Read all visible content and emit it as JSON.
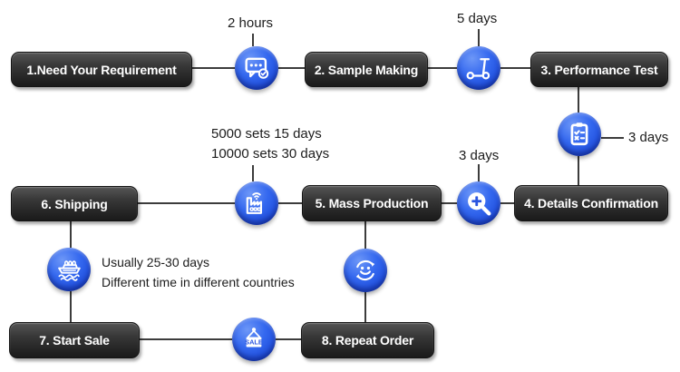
{
  "flow": {
    "steps": [
      {
        "label": "1.Need Your Requirement"
      },
      {
        "label": "2. Sample Making"
      },
      {
        "label": "3. Performance Test"
      },
      {
        "label": "4. Details Confirmation"
      },
      {
        "label": "5. Mass Production"
      },
      {
        "label": "6. Shipping"
      },
      {
        "label": "7. Start Sale"
      },
      {
        "label": "8. Repeat Order"
      }
    ],
    "annotations": {
      "sample_time": "2 hours",
      "test_time": "5 days",
      "details_time": "3 days",
      "production_time": "3 days",
      "production_capacity_line1": "5000 sets 15 days",
      "production_capacity_line2": "10000 sets 30 days",
      "shipping_note_line1": "Usually 25-30 days",
      "shipping_note_line2": "Different time in different countries"
    },
    "icons": {
      "requirement_to_sample": "chat-check-icon",
      "sample_to_test": "scooter-icon",
      "test_to_details": "clipboard-checklist-icon",
      "details_to_production": "magnifier-plus-icon",
      "production_to_shipping": "factory-icon",
      "shipping_to_sale": "ship-icon",
      "sale_to_repeat": "sale-sign-icon",
      "repeat_to_production": "smiley-repeat-icon"
    },
    "sale_sign_text": "SALE",
    "colors": {
      "step_box": "#2b2b2b",
      "icon_circle": "#2f64ee",
      "connector": "#3c3c3c",
      "text": "#1c1c1c",
      "background": "#ffffff"
    }
  }
}
